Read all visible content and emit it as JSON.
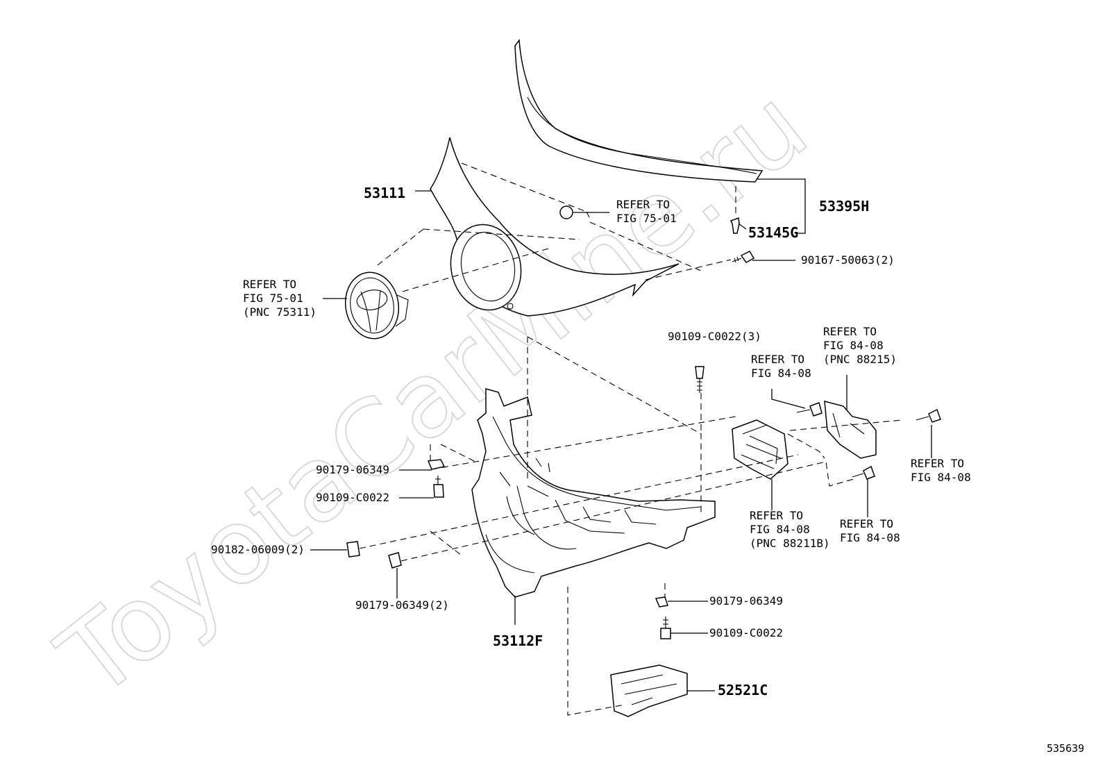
{
  "watermark": "ToyotaCarMine.ru",
  "figure_number": "535639",
  "labels": {
    "p53111": "53111",
    "p53395H": "53395H",
    "p53145G": "53145G",
    "p90167": "90167-50063(2)",
    "ref_75_01_top": [
      "REFER TO",
      "FIG 75-01"
    ],
    "ref_75_01_emblem": [
      "REFER TO",
      "FIG 75-01",
      "(PNC 75311)"
    ],
    "p90109_3": "90109-C0022(3)",
    "ref_84_08_a": [
      "REFER TO",
      "FIG 84-08"
    ],
    "ref_84_08_b": [
      "REFER TO",
      "FIG 84-08",
      "(PNC 88215)"
    ],
    "ref_84_08_c": [
      "REFER TO",
      "FIG 84-08"
    ],
    "ref_84_08_d": [
      "REFER TO",
      "FIG 84-08",
      "(PNC 88211B)"
    ],
    "ref_84_08_e": [
      "REFER TO",
      "FIG 84-08"
    ],
    "p90179_a": "90179-06349",
    "p90109_a": "90109-C0022",
    "p90182": "90182-06009(2)",
    "p90179_2": "90179-06349(2)",
    "p53112F": "53112F",
    "p90179_b": "90179-06349",
    "p90109_b": "90109-C0022",
    "p52521C": "52521C"
  }
}
